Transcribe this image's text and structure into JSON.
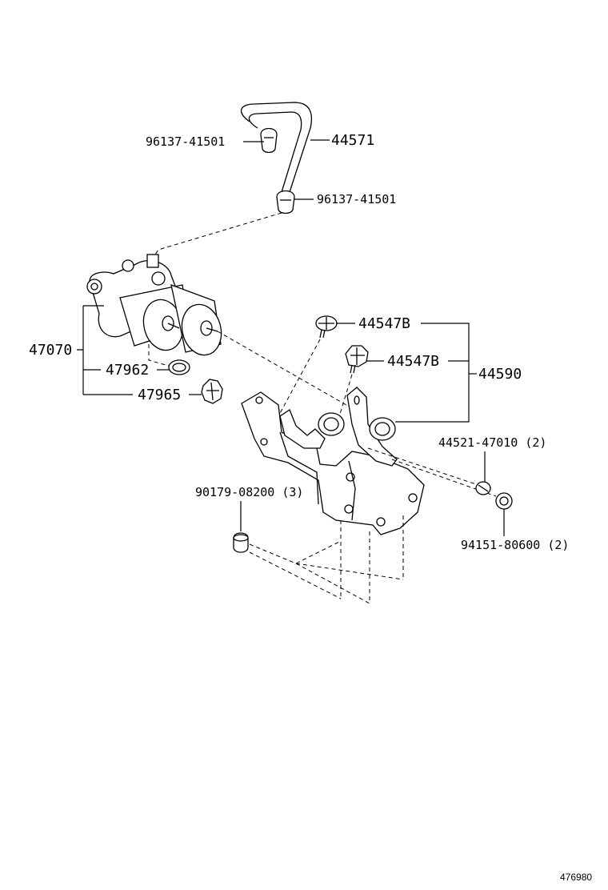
{
  "labels": {
    "clamp_top": "96137-41501",
    "hose": "44571",
    "clamp_bottom": "96137-41501",
    "pump_assy": "47070",
    "ring": "47962",
    "grommet": "47965",
    "bolt_1": "44547B",
    "bolt_2": "44547B",
    "bracket_assy": "44590",
    "bolt_sub": "44521-47010 (2)",
    "nut_left": "90179-08200 (3)",
    "nut_right": "94151-80600 (2)"
  },
  "diagram_id": "476980"
}
